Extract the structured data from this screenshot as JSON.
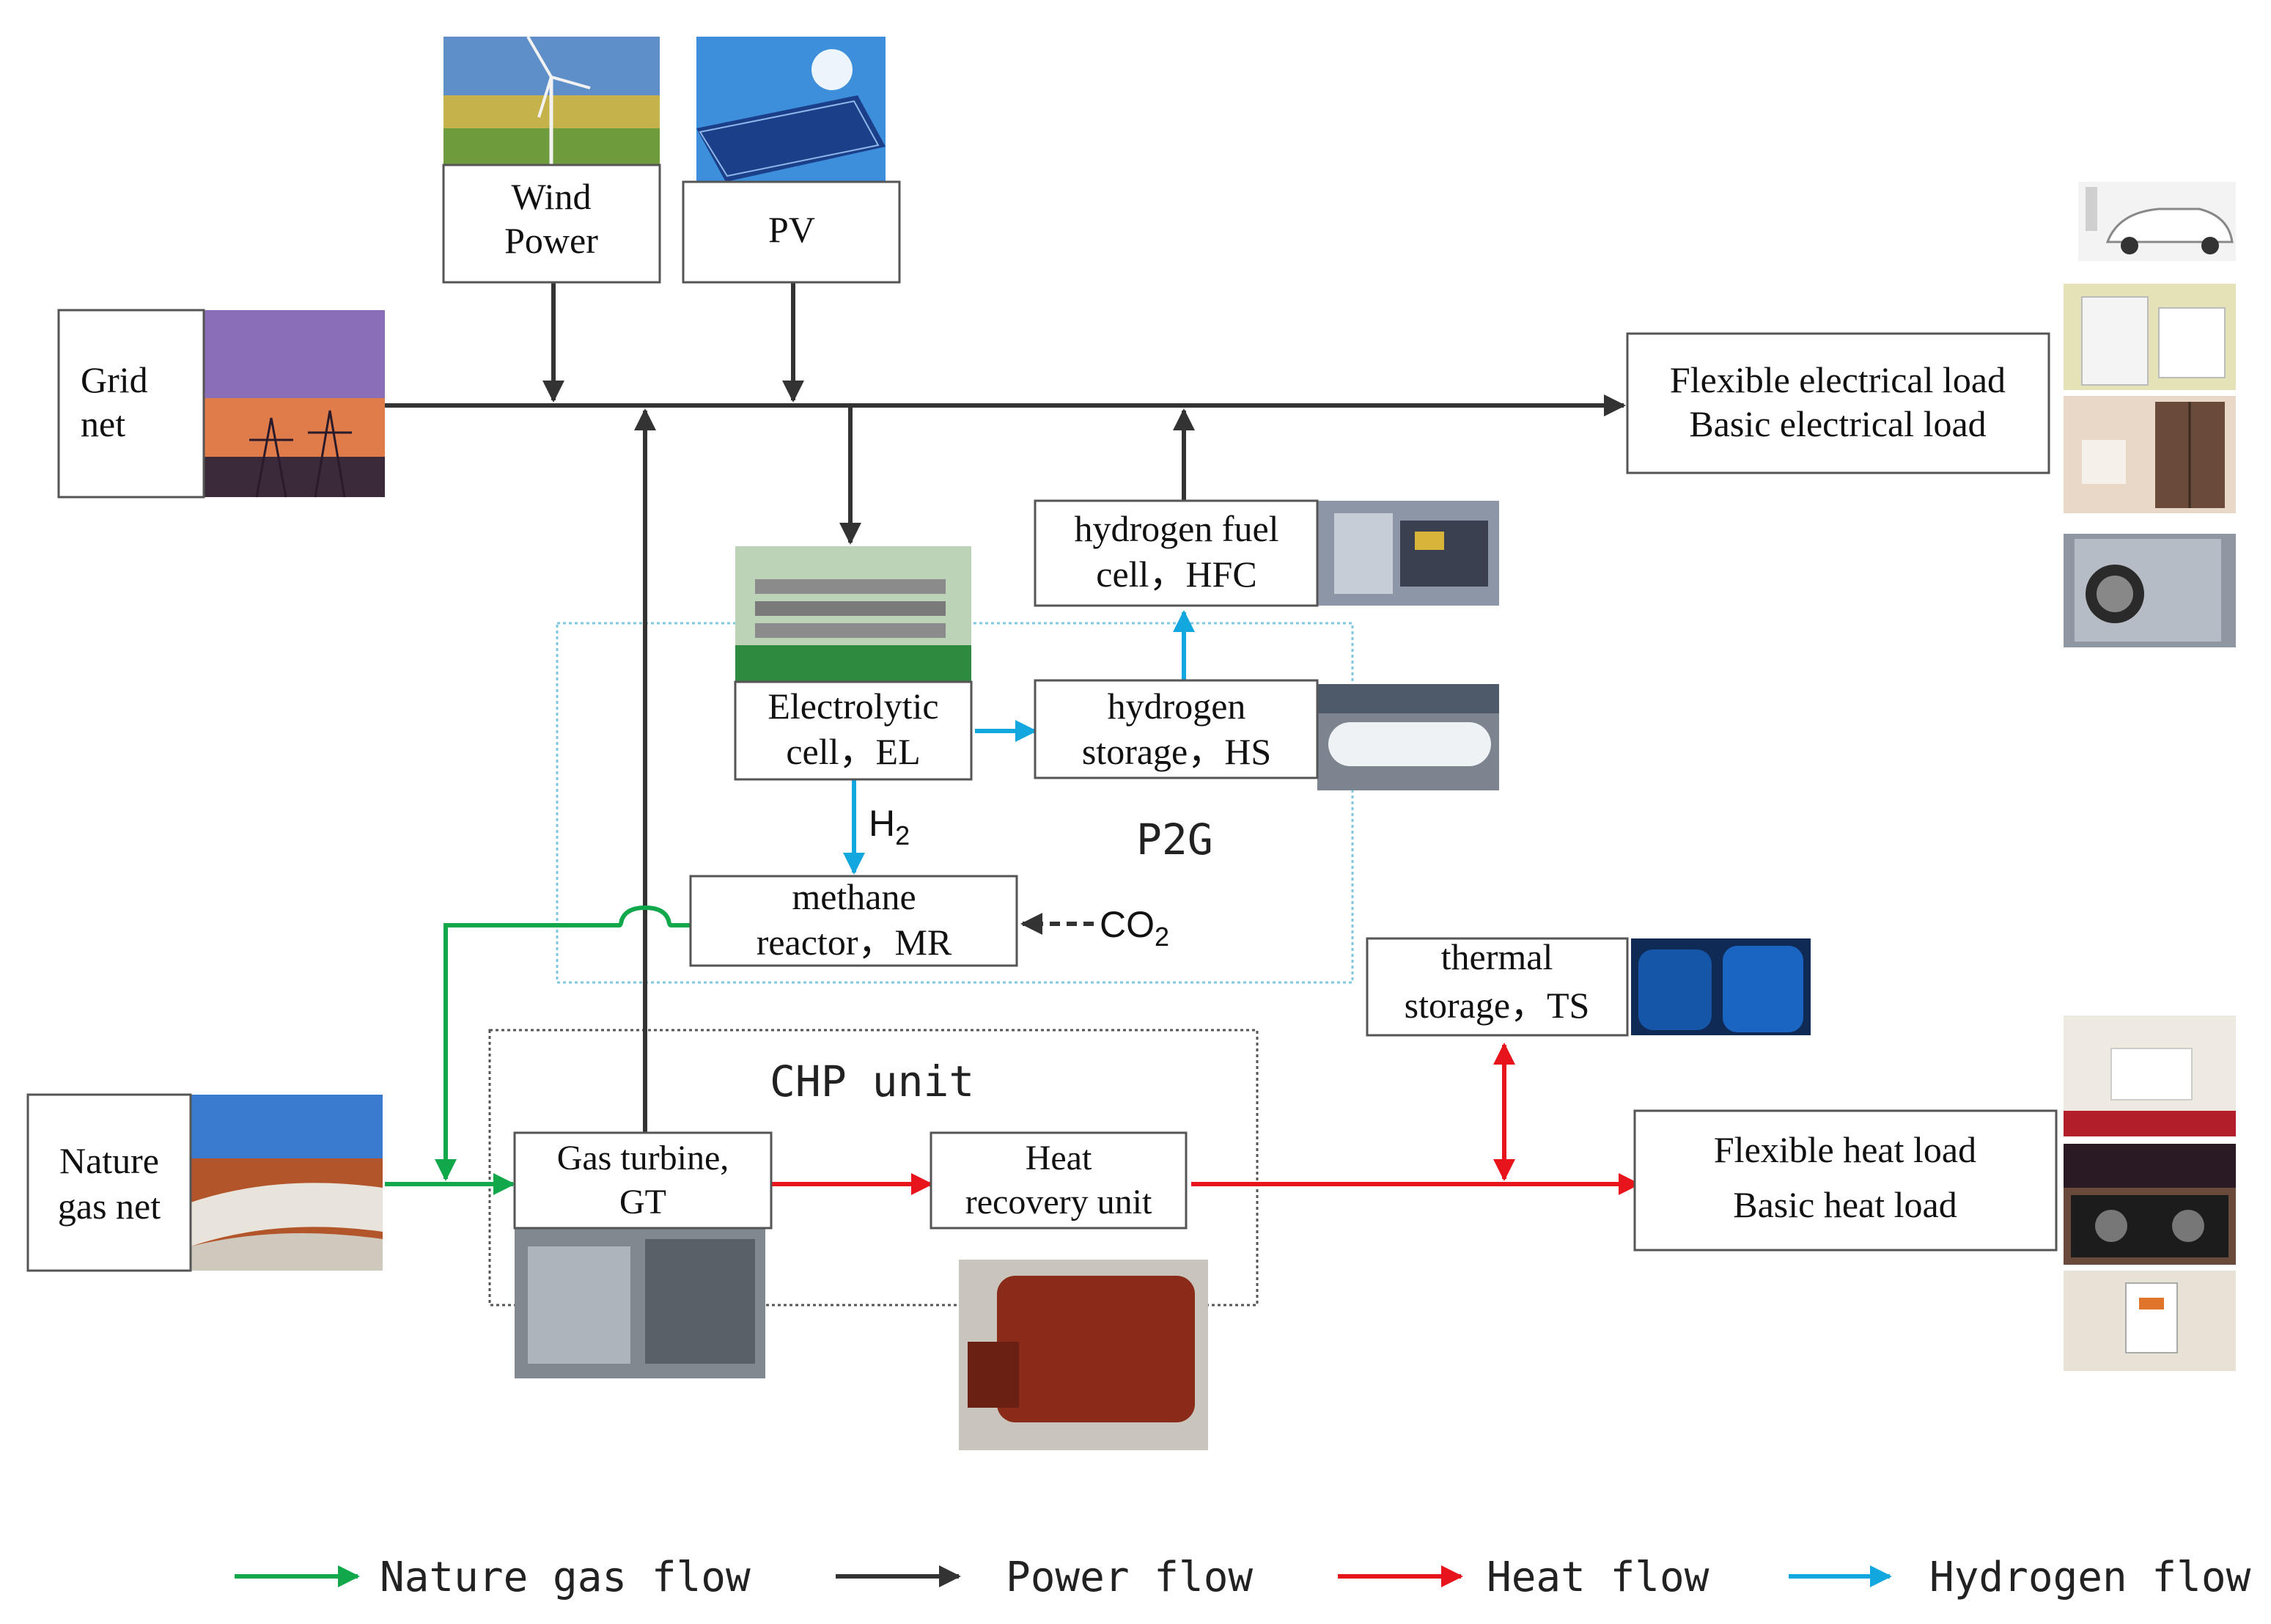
{
  "nodes": {
    "wind": [
      "Wind",
      "Power"
    ],
    "pv": [
      "PV"
    ],
    "grid": [
      "Grid",
      "net"
    ],
    "elec_load": [
      "Flexible electrical load",
      "Basic electrical load"
    ],
    "hfc": [
      "hydrogen fuel",
      "cell，HFC"
    ],
    "el": [
      "Electrolytic",
      "cell，EL"
    ],
    "hs": [
      "hydrogen",
      "storage，HS"
    ],
    "mr": [
      "methane",
      "reactor，MR"
    ],
    "ts": [
      "thermal",
      "storage，TS"
    ],
    "gas_net": [
      "Nature",
      "gas net"
    ],
    "gt": [
      "Gas turbine,",
      "GT"
    ],
    "hru": [
      "Heat",
      "recovery unit"
    ],
    "heat_load": [
      "Flexible heat load",
      "Basic heat load"
    ]
  },
  "groups": {
    "p2g": "P2G",
    "chp": "CHP unit"
  },
  "chem": {
    "h2": "H",
    "h2_sub": "2",
    "co2": "CO",
    "co2_sub": "2"
  },
  "legend": [
    {
      "label": "Nature gas flow",
      "color": "#10a84a"
    },
    {
      "label": "Power flow",
      "color": "#333333"
    },
    {
      "label": "Heat flow",
      "color": "#e8141b"
    },
    {
      "label": "Hydrogen flow",
      "color": "#13a7e0"
    }
  ],
  "colors": {
    "gas": "#10a84a",
    "power": "#333333",
    "heat": "#e8141b",
    "hydrogen": "#13a7e0"
  },
  "photos": {
    "wind": "wind-turbine-photo",
    "pv": "solar-panel-photo",
    "grid": "transmission-tower-photo",
    "ev": "electric-car-photo",
    "heater": "oil-heater-photo",
    "fridge": "refrigerator-photo",
    "washer": "washing-machine-photo",
    "el": "electrolyzer-photo",
    "hfc": "fuel-cell-photo",
    "hs": "hydrogen-tank-photo",
    "ts": "thermal-tank-photo",
    "gas": "gas-pipeline-photo",
    "gt": "gas-turbine-photo",
    "hru": "boiler-photo",
    "radiator": "radiator-photo",
    "stove": "gas-stove-photo",
    "waterheater": "water-heater-photo"
  }
}
